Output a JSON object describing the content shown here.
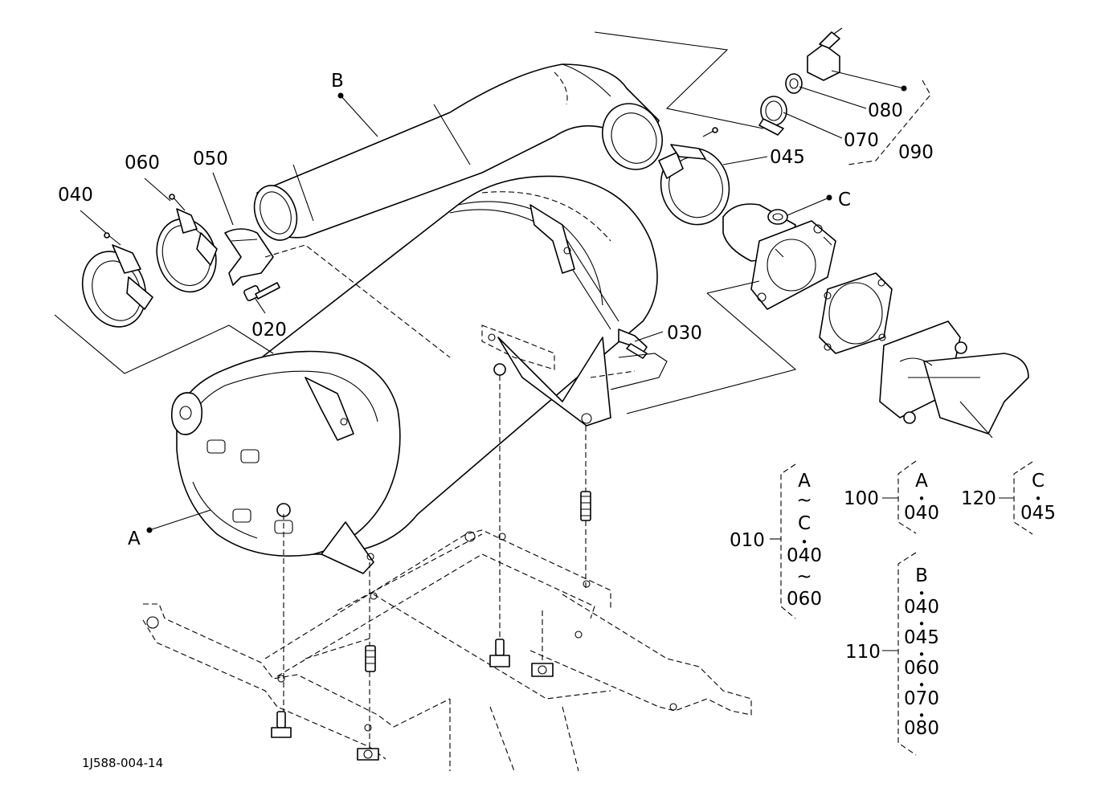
{
  "figure_code": "1J588-004-14",
  "labels": {
    "B": "B",
    "C": "C",
    "A": "A",
    "p010": "010",
    "p020": "020",
    "p030": "030",
    "p040": "040",
    "p045": "045",
    "p050": "050",
    "p060": "060",
    "p070": "070",
    "p080": "080",
    "p090": "090",
    "p100": "100",
    "p110": "110",
    "p120": "120"
  },
  "kit_010": {
    "items": [
      "A",
      "~",
      "C",
      "•",
      "040",
      "~",
      "060"
    ]
  },
  "kit_100": {
    "items": [
      "A",
      "•",
      "040"
    ]
  },
  "kit_120": {
    "items": [
      "C",
      "•",
      "045"
    ]
  },
  "kit_110": {
    "items": [
      "B",
      "•",
      "040",
      "•",
      "045",
      "•",
      "060",
      "•",
      "070",
      "•",
      "080"
    ]
  }
}
